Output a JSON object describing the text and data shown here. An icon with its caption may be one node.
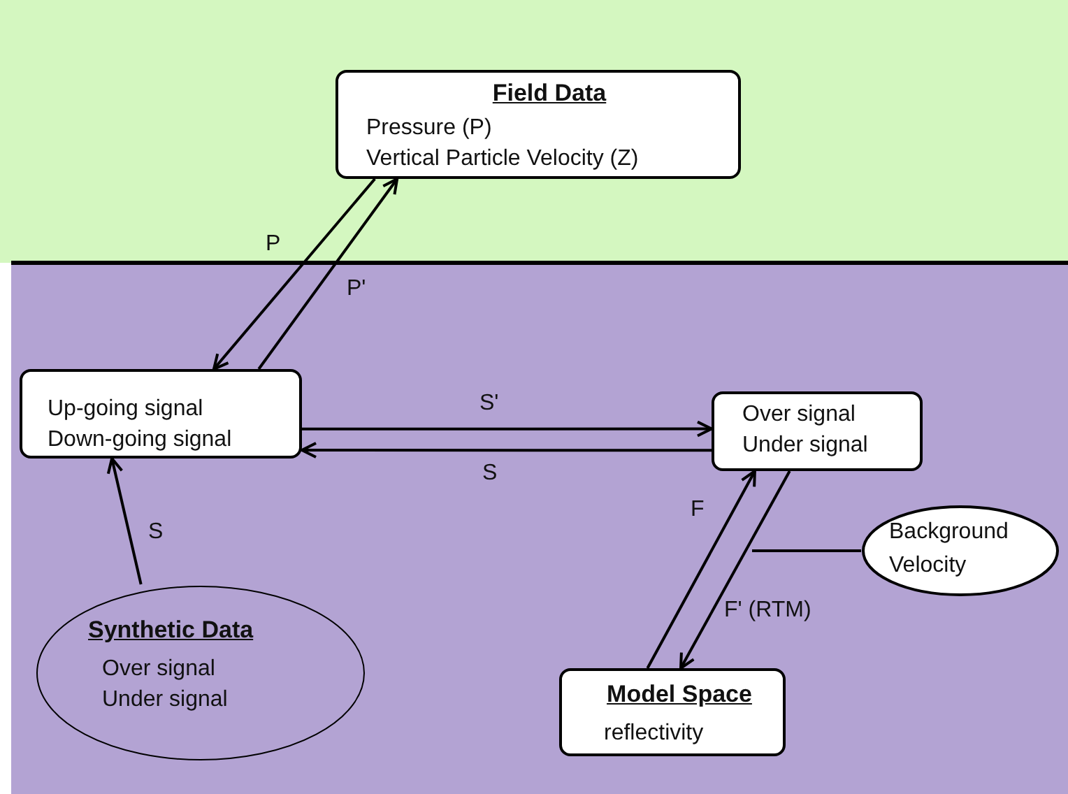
{
  "diagram": {
    "nodes": [
      {
        "text": [
          "Field Data",
          "Pressure (P)",
          "Vertical Particle Velocity (Z)"
        ]
      },
      {
        "text": [
          "Up-going signal",
          "Down-going signal"
        ]
      },
      {
        "text": [
          "Over signal",
          "Under signal"
        ]
      },
      {
        "text": [
          "Synthetic Data",
          "Over signal",
          "Under signal"
        ]
      },
      {
        "text": [
          "Model Space",
          "reflectivity"
        ]
      },
      {
        "text": [
          "Background Velocity"
        ]
      }
    ],
    "edges": [
      {
        "from": 0,
        "to": 1,
        "arrow": "to",
        "label": "P"
      },
      {
        "from": 1,
        "to": 0,
        "arrow": "to",
        "label": "P'"
      },
      {
        "from": 1,
        "to": 2,
        "arrow": "to",
        "label": "S'"
      },
      {
        "from": 2,
        "to": 1,
        "arrow": "to",
        "label": "S"
      },
      {
        "from": 3,
        "to": 1,
        "arrow": "to",
        "label": "S"
      },
      {
        "from": 4,
        "to": 2,
        "arrow": "to",
        "label": "F"
      },
      {
        "from": 2,
        "to": 4,
        "arrow": "to",
        "label": "F' (RTM)"
      },
      {
        "from": 5,
        "to": null,
        "arrow": "none"
      }
    ]
  }
}
